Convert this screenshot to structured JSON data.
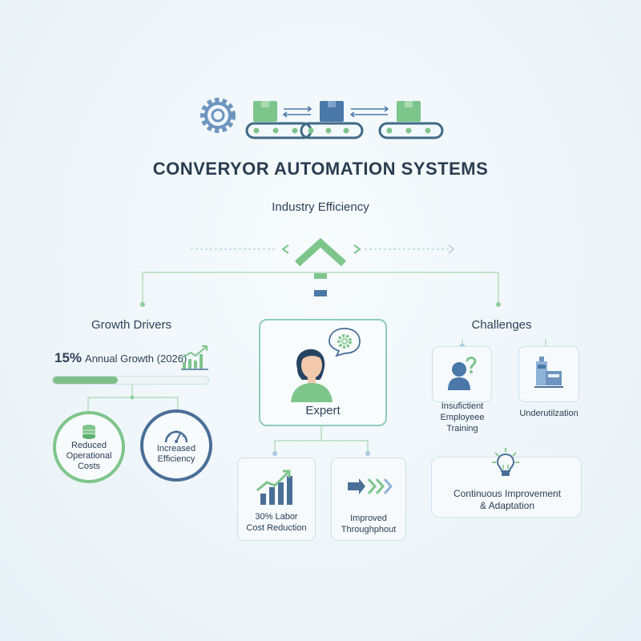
{
  "header": {
    "title": "CONVERYOR AUTOMATION SYSTEMS",
    "subtitle": "Industry Efficiency"
  },
  "growth_drivers": {
    "heading": "Growth Drivers",
    "stat_value": "15%",
    "stat_text": "Annual Growth (2026)",
    "progress_fraction": 0.42,
    "items": [
      {
        "label_lines": [
          "Reduced",
          "Operational",
          "Costs"
        ]
      },
      {
        "label_lines": [
          "Increased",
          "Efficiency"
        ]
      }
    ]
  },
  "expert": {
    "label": "Expert",
    "outcomes": [
      {
        "label_lines": [
          "30% Labor",
          "Cost Reduction"
        ]
      },
      {
        "label_lines": [
          "Improved",
          "Throughphout"
        ]
      }
    ]
  },
  "challenges": {
    "heading": "Challenges",
    "items": [
      {
        "label_lines": [
          "Insufictient",
          "Employeee",
          "Training"
        ]
      },
      {
        "label_lines": [
          "Underutilzation"
        ]
      }
    ],
    "improvement_lines": [
      "Continuous Improvement",
      "& Adaptation"
    ]
  },
  "icons": [
    "gear-icon",
    "box-icon",
    "conveyor-icon",
    "double-arrow-icon",
    "chevron-up-icon",
    "growth-chart-icon",
    "coins-icon",
    "speedometer-icon",
    "person-icon",
    "chat-gear-icon",
    "bar-chart-arrow-icon",
    "chevrons-right-icon",
    "person-question-icon",
    "machine-icon",
    "lightbulb-icon"
  ],
  "colors": {
    "accent_green": "#7ec58c",
    "accent_blue": "#4a6f97",
    "teal_border": "#8fcbc0",
    "text_dark": "#2a3d52"
  }
}
